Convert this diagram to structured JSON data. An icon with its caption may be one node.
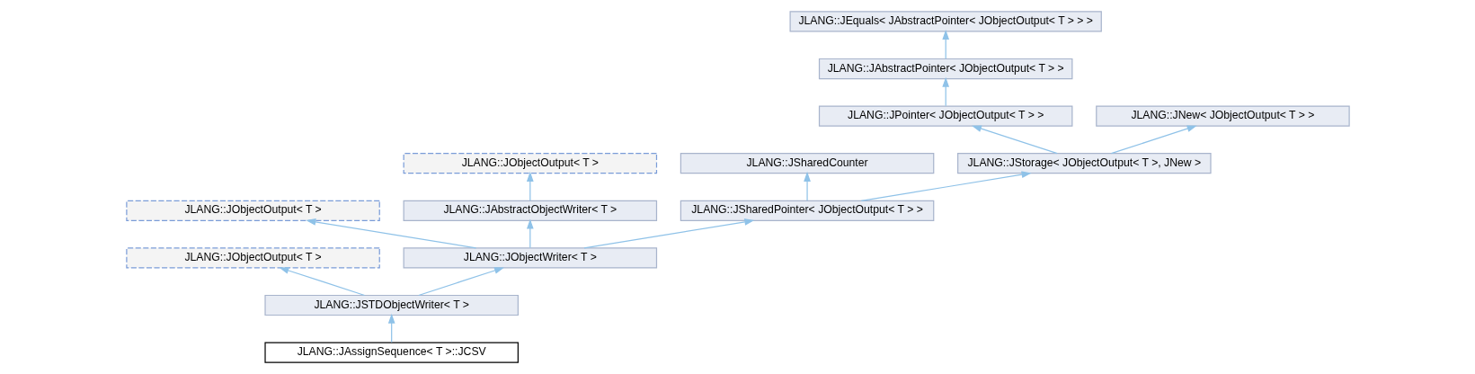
{
  "diagram": {
    "nodes": [
      {
        "text": [
          "JLANG::JEquals< JAbstractPointer< JObjectOutput< T > > >"
        ]
      },
      {
        "text": [
          "JLANG::JAbstractPointer< JObjectOutput< T > >"
        ]
      },
      {
        "text": [
          "JLANG::JPointer< JObjectOutput< T > >"
        ]
      },
      {
        "text": [
          "JLANG::JNew< JObjectOutput< T > >"
        ]
      },
      {
        "text": [
          "JLANG::JObjectOutput< T >"
        ]
      },
      {
        "text": [
          "JLANG::JSharedCounter"
        ]
      },
      {
        "text": [
          "JLANG::JStorage< JObjectOutput< T >, JNew >"
        ]
      },
      {
        "text": [
          "JLANG::JObjectOutput< T >"
        ]
      },
      {
        "text": [
          "JLANG::JAbstractObjectWriter< T >"
        ]
      },
      {
        "text": [
          "JLANG::JSharedPointer< JObjectOutput< T > >"
        ]
      },
      {
        "text": [
          "JLANG::JObjectOutput< T >"
        ]
      },
      {
        "text": [
          "JLANG::JObjectWriter< T >"
        ]
      },
      {
        "text": [
          "JLANG::JSTDObjectWriter< T >"
        ]
      },
      {
        "text": [
          "JLANG::JAssignSequence< T >::JCSV"
        ]
      }
    ],
    "edges": [
      {
        "from": 1,
        "to": 0,
        "arrow": "to"
      },
      {
        "from": 2,
        "to": 1,
        "arrow": "to"
      },
      {
        "from": 6,
        "to": 2,
        "arrow": "to"
      },
      {
        "from": 6,
        "to": 3,
        "arrow": "to"
      },
      {
        "from": 9,
        "to": 5,
        "arrow": "to"
      },
      {
        "from": 9,
        "to": 6,
        "arrow": "to"
      },
      {
        "from": 8,
        "to": 4,
        "arrow": "to"
      },
      {
        "from": 11,
        "to": 7,
        "arrow": "to"
      },
      {
        "from": 11,
        "to": 8,
        "arrow": "to"
      },
      {
        "from": 11,
        "to": 9,
        "arrow": "to"
      },
      {
        "from": 12,
        "to": 10,
        "arrow": "to"
      },
      {
        "from": 12,
        "to": 11,
        "arrow": "to"
      },
      {
        "from": 13,
        "to": 12,
        "arrow": "to"
      }
    ]
  }
}
